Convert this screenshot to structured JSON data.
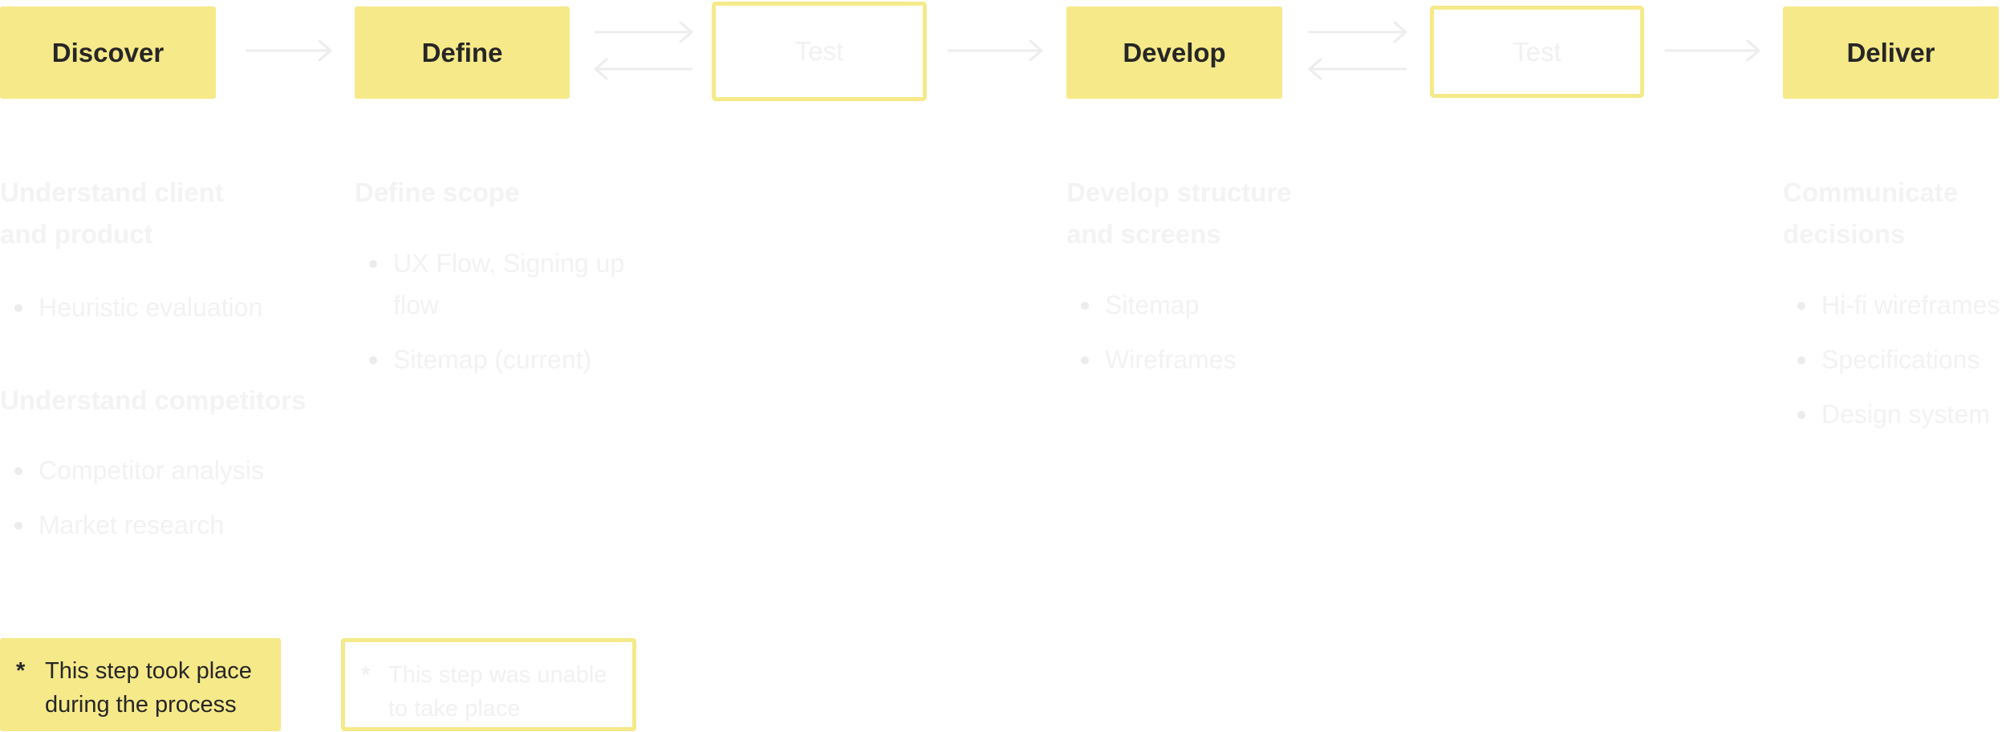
{
  "stages": [
    {
      "id": "discover",
      "label": "Discover",
      "style": "filled"
    },
    {
      "id": "define",
      "label": "Define",
      "style": "filled"
    },
    {
      "id": "test-1",
      "label": "Test",
      "style": "outline"
    },
    {
      "id": "develop",
      "label": "Develop",
      "style": "filled"
    },
    {
      "id": "test-2",
      "label": "Test",
      "style": "outline"
    },
    {
      "id": "deliver",
      "label": "Deliver",
      "style": "filled"
    }
  ],
  "columns": {
    "discover": {
      "sections": [
        {
          "heading": "Understand client\nand product",
          "items": [
            "Heuristic evaluation"
          ]
        },
        {
          "heading": "Understand competitors",
          "items": [
            "Competitor analysis",
            "Market research"
          ]
        }
      ]
    },
    "define": {
      "sections": [
        {
          "heading": "Define scope",
          "items": [
            "UX Flow, Signing up\nflow",
            "Sitemap (current)"
          ]
        }
      ]
    },
    "develop": {
      "sections": [
        {
          "heading": "Develop structure\nand screens",
          "items": [
            "Sitemap",
            "Wireframes"
          ]
        }
      ]
    },
    "deliver": {
      "sections": [
        {
          "heading": "Communicate\ndecisions",
          "items": [
            "Hi-fi wireframes",
            "Specifications",
            "Design system"
          ]
        }
      ]
    }
  },
  "legend": {
    "took_place": {
      "mark": "*",
      "text": "This step took place\nduring the process"
    },
    "unable": {
      "mark": "*",
      "text": "This step was unable\nto take place"
    }
  },
  "colors": {
    "accent": "#f6e989",
    "text": "#262626",
    "faint": "#f2f2f2",
    "arrow": "#ededed"
  }
}
